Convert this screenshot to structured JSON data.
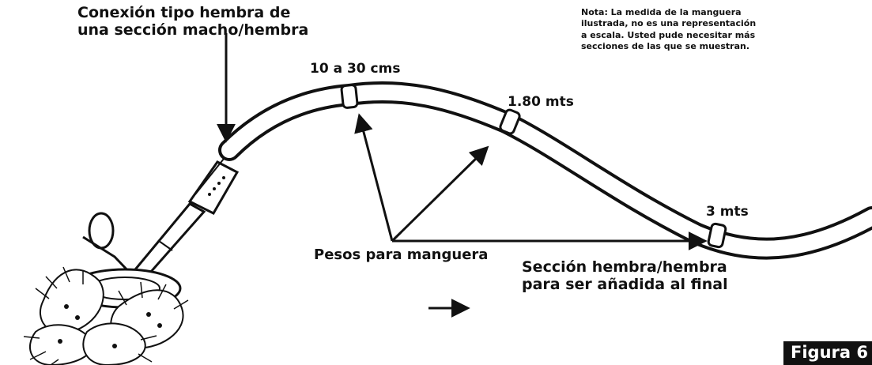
{
  "labels": {
    "connection": "Conexión tipo hembra de\nuna sección macho/hembra",
    "note": "Nota: La medida de la manguera\nilustrada, no es una representación\na escala. Usted pude necesitar más\nsecciones de las que se muestran.",
    "mark_1": "10 a 30 cms",
    "mark_2": "1.80 mts",
    "mark_3": "3 mts",
    "weights": "Pesos para manguera",
    "female_section": "Sección hembra/hembra\npara ser añadida al final",
    "figure": "Figura 6"
  },
  "colors": {
    "ink": "#111111",
    "background": "#ffffff",
    "figure_tag": "#111111"
  }
}
